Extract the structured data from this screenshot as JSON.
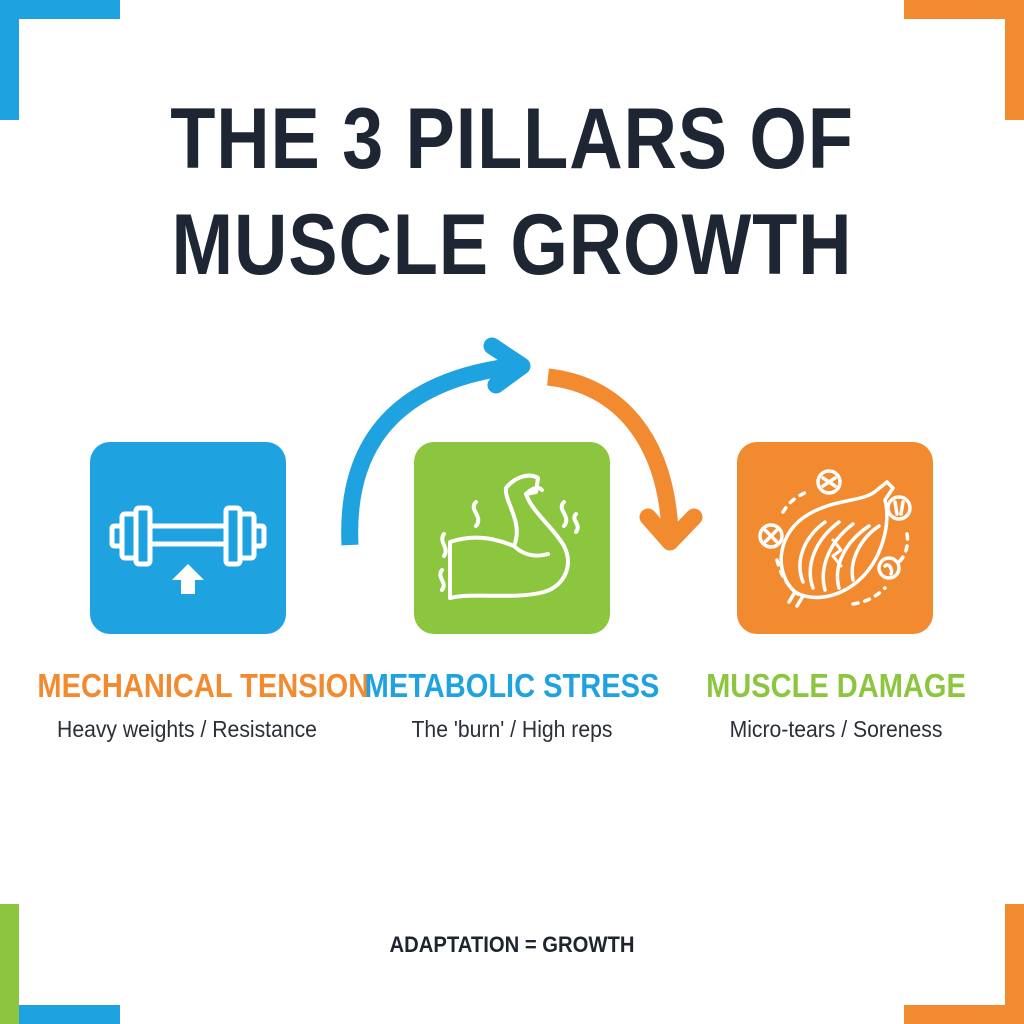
{
  "title": {
    "line1": "THE 3 PILLARS OF",
    "line2": "MUSCLE GROWTH"
  },
  "colors": {
    "blue": "#1fa2e0",
    "green": "#8cc63f",
    "orange": "#f28b30",
    "dark": "#1f2633"
  },
  "pillars": [
    {
      "label": "MECHANICAL TENSION",
      "description": "Heavy weights / Resistance",
      "icon": "barbell-icon",
      "tile_color": "#1fa2e0",
      "label_color": "#f28b30"
    },
    {
      "label": "METABOLIC STRESS",
      "description": "The 'burn' / High reps",
      "icon": "flexed-arm-icon",
      "tile_color": "#8cc63f",
      "label_color": "#1fa2e0"
    },
    {
      "label": "MUSCLE DAMAGE",
      "description": "Micro-tears / Soreness",
      "icon": "muscle-fiber-icon",
      "tile_color": "#f28b30",
      "label_color": "#8cc63f"
    }
  ],
  "footer": "ADAPTATION = GROWTH"
}
